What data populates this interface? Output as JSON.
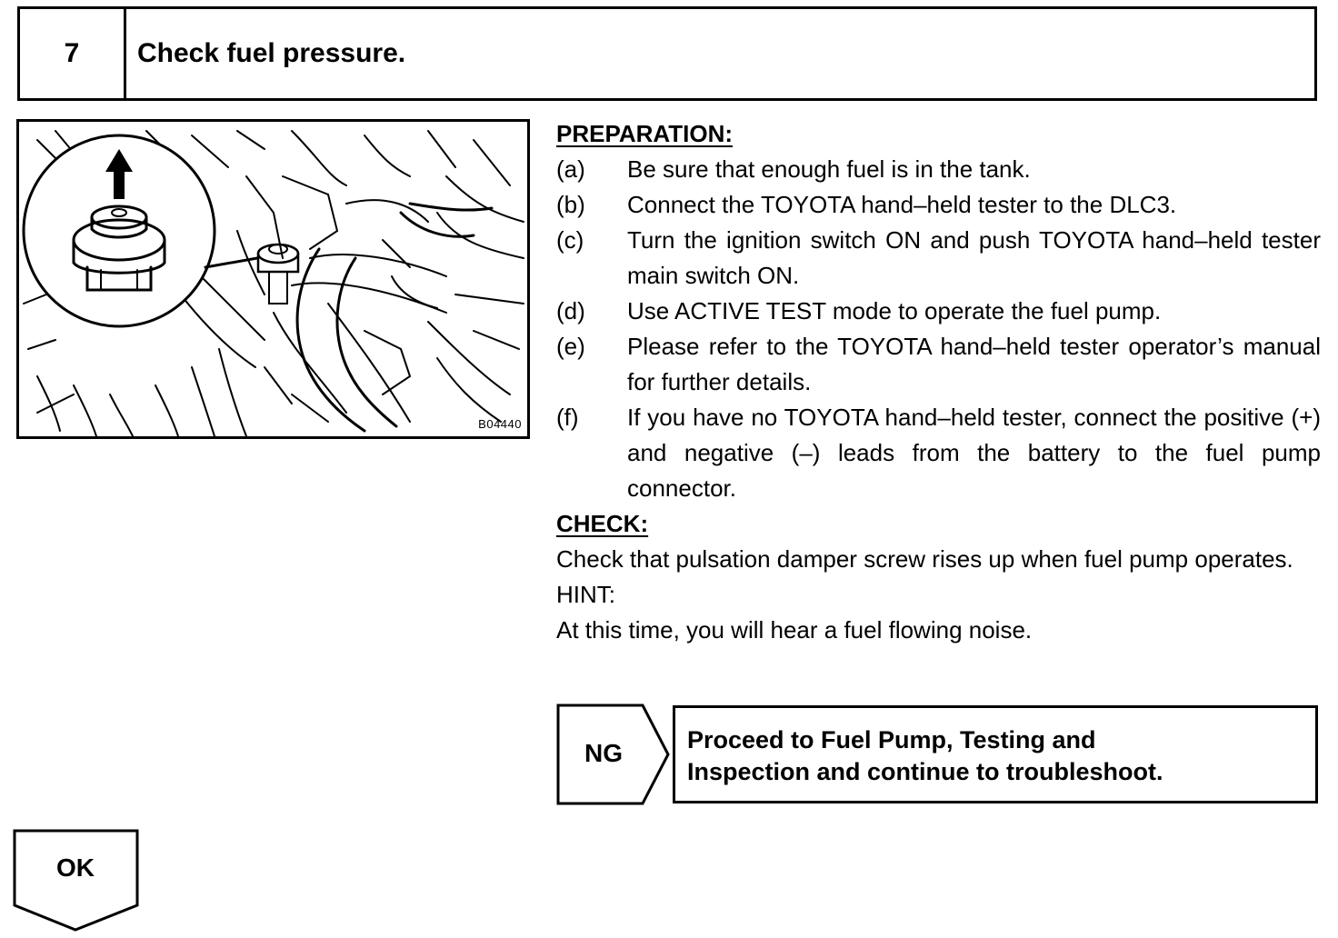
{
  "step": {
    "number": "7",
    "title": "Check fuel pressure."
  },
  "figure": {
    "code": "B04440"
  },
  "preparation": {
    "heading": "PREPARATION:",
    "items": [
      {
        "letter": "(a)",
        "text": "Be sure that enough fuel is in the tank."
      },
      {
        "letter": "(b)",
        "text": "Connect the TOYOTA hand–held tester to the DLC3."
      },
      {
        "letter": "(c)",
        "text": "Turn the ignition switch ON and push TOYOTA hand–held tester main switch ON."
      },
      {
        "letter": "(d)",
        "text": "Use ACTIVE TEST mode to operate the fuel pump."
      },
      {
        "letter": "(e)",
        "text": "Please refer to the TOYOTA hand–held tester operator’s manual for further details."
      },
      {
        "letter": "(f)",
        "text": "If you have no TOYOTA hand–held tester, connect the positive (+) and negative (–) leads from the battery to the fuel pump connector."
      }
    ]
  },
  "check": {
    "heading": "CHECK:",
    "text": "Check that pulsation damper screw rises up when fuel pump operates.",
    "hint_label": "HINT:",
    "hint_text": "At this time, you will hear a fuel flowing noise."
  },
  "ng": {
    "label": "NG",
    "line1": "Proceed to Fuel Pump, Testing and",
    "line2": "Inspection and continue to troubleshoot."
  },
  "ok": {
    "label": "OK"
  }
}
